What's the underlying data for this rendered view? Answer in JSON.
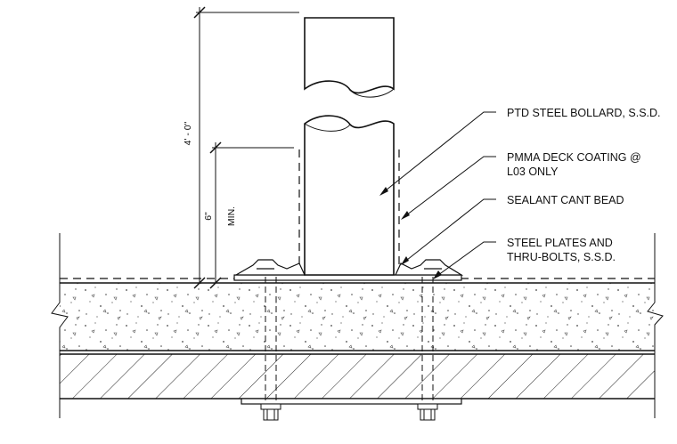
{
  "callouts": [
    {
      "lines": [
        "PTD STEEL BOLLARD, S.S.D."
      ]
    },
    {
      "lines": [
        "PMMA DECK COATING @",
        "L03 ONLY"
      ]
    },
    {
      "lines": [
        "SEALANT CANT BEAD"
      ]
    },
    {
      "lines": [
        "STEEL PLATES AND",
        "THRU-BOLTS, S.S.D."
      ]
    }
  ],
  "dimensions": {
    "overall_height": "4' - 0\"",
    "embed_value": "6\"",
    "embed_note": "MIN."
  },
  "colors": {
    "line": "#111111",
    "background": "#ffffff"
  }
}
